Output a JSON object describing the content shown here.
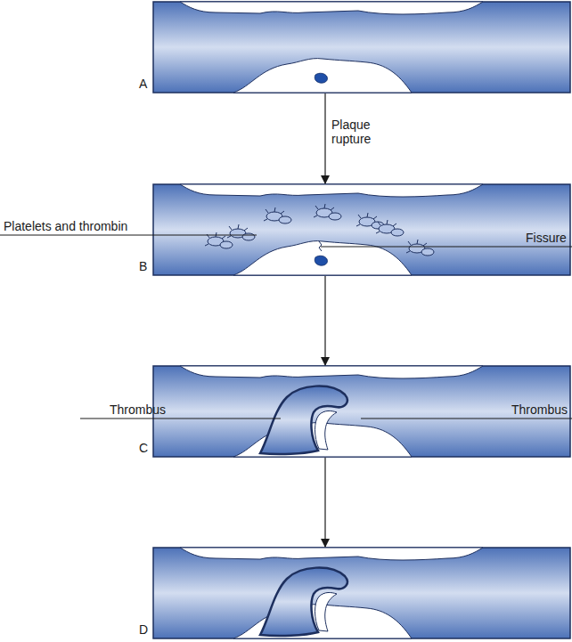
{
  "diagram": {
    "nodes": [
      {
        "text": [
          "A"
        ]
      },
      {
        "text": [
          "B"
        ]
      },
      {
        "text": [
          "C"
        ]
      },
      {
        "text": [
          "D"
        ]
      }
    ],
    "edges": [
      {
        "from": 0,
        "to": 1,
        "arrow": "to",
        "label": "Plaque rupture"
      },
      {
        "from": 1,
        "to": 2,
        "arrow": "to"
      },
      {
        "from": 2,
        "to": 3,
        "arrow": "to"
      }
    ],
    "labels": [
      "Platelets and thrombin",
      "Fissure",
      "Thrombus",
      "Thrombus"
    ]
  }
}
